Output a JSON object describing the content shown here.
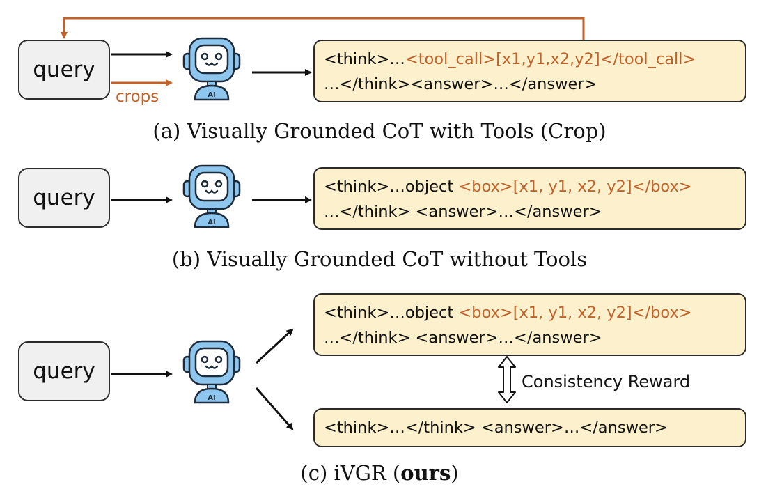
{
  "panel_a": {
    "query_label": "query",
    "crops_label": "crops",
    "output_line1_plain": "<think>…",
    "output_line1_highlight": "<tool_call>[x1,y1,x2,y2]</tool_call>",
    "output_line2": "…</think><answer>…</answer>",
    "caption": "(a) Visually Grounded CoT with Tools (Crop)"
  },
  "panel_b": {
    "query_label": "query",
    "output_line1_plain": "<think>…object ",
    "output_line1_highlight": "<box>[x1, y1, x2, y2]</box>",
    "output_line2": "…</think> <answer>…</answer>",
    "caption": "(b) Visually Grounded CoT without Tools"
  },
  "panel_c": {
    "query_label": "query",
    "top_output_line1_plain": "<think>…object ",
    "top_output_line1_highlight": "<box>[x1, y1, x2, y2]</box>",
    "top_output_line2": "…</think> <answer>…</answer>",
    "bottom_output_line1": "<think>…</think> <answer>…</answer>",
    "reward_label": "Consistency Reward",
    "caption_prefix": "(c) iVGR (",
    "caption_bold": "ours",
    "caption_suffix": ")"
  },
  "robot_badge": "AI",
  "colors": {
    "accent": "#c0622a",
    "output_fill": "#fdf0cc",
    "query_fill": "#f0f0f0",
    "robot_blue": "#8ec6ee"
  }
}
